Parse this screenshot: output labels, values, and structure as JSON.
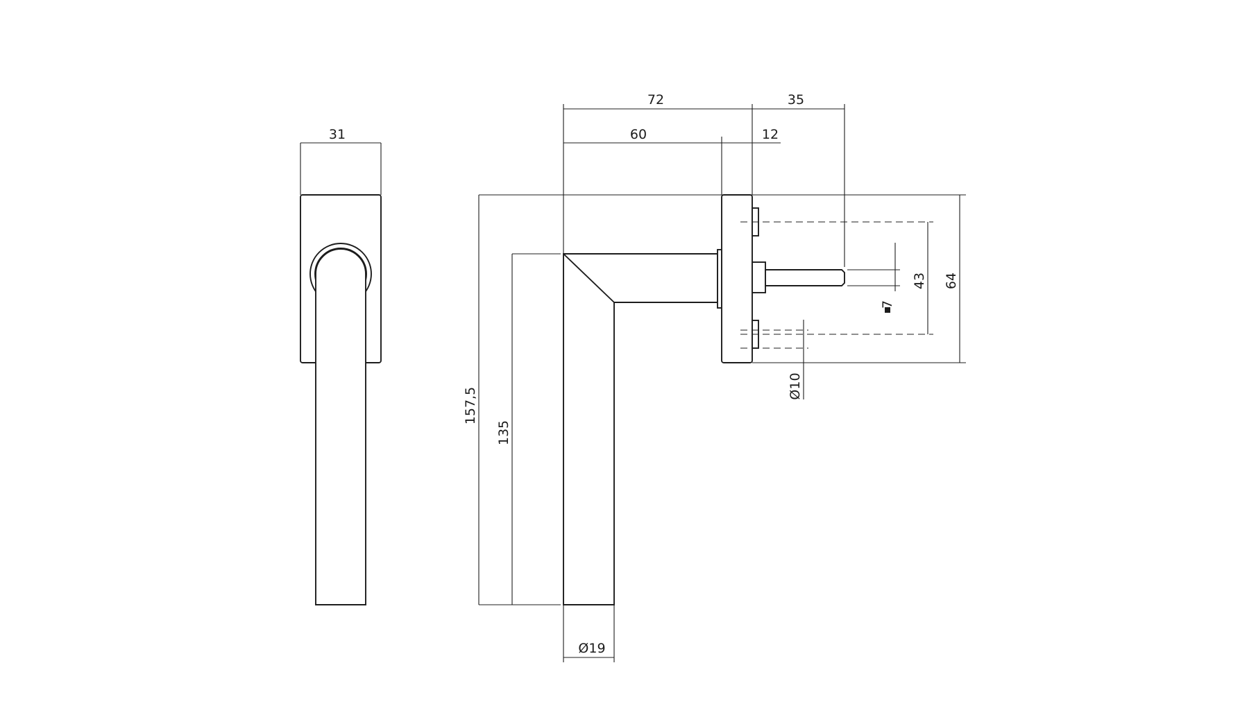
{
  "drawing": {
    "front_view": {
      "width_label": "31"
    },
    "side_view": {
      "overall_length_label": "72",
      "spindle_length_label": "35",
      "handle_reach_label": "60",
      "rose_thickness_label": "12",
      "total_height_label": "157,5",
      "grip_height_label": "135",
      "grip_diameter_label": "Ø19",
      "screw_spacing_label": "43",
      "rose_height_label": "64",
      "spindle_square_label": "7",
      "screw_diameter_label": "Ø10"
    }
  }
}
